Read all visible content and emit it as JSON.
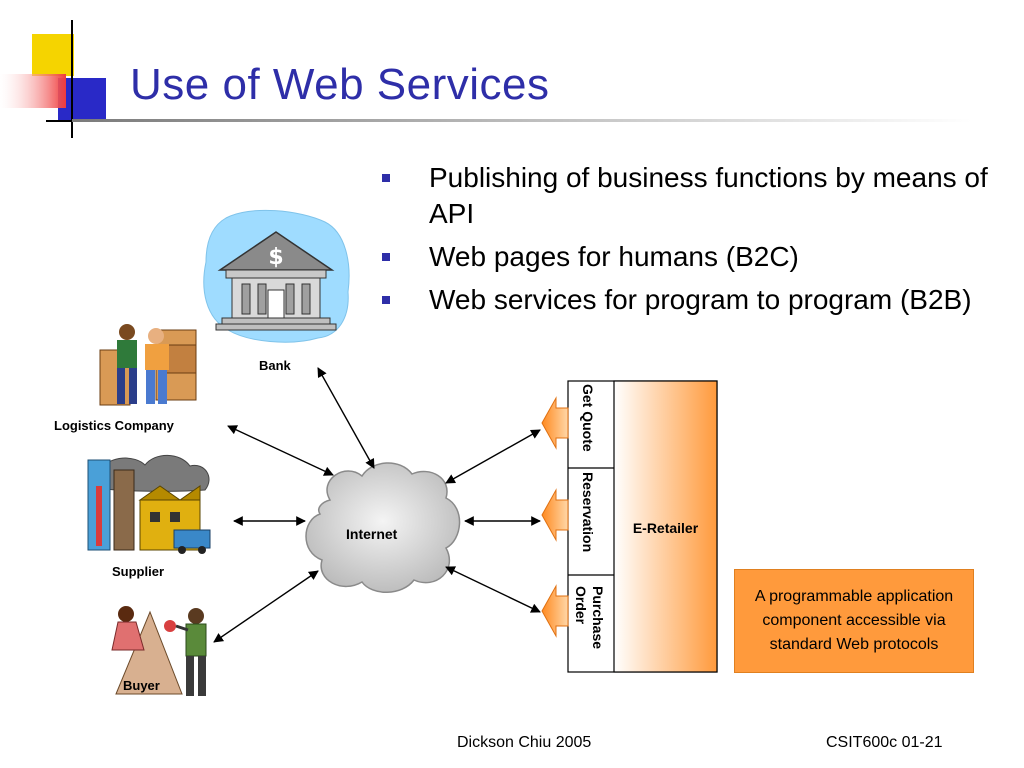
{
  "slide": {
    "title": "Use of Web Services",
    "bullets": [
      "Publishing of business functions by means of API",
      "Web pages for humans (B2C)",
      "Web services for program to program (B2B)"
    ],
    "footer": {
      "author": "Dickson Chiu 2005",
      "course": "CSIT600c 01-21"
    }
  },
  "diagram": {
    "nodes": {
      "bank": "Bank",
      "logistics": "Logistics Company",
      "supplier": "Supplier",
      "buyer": "Buyer",
      "internet": "Internet",
      "e_retailer": "E-Retailer"
    },
    "services": [
      "Get Quote",
      "Reservation",
      "Purchase Order"
    ],
    "callout": "A programmable application component accessible via standard Web protocols"
  },
  "colors": {
    "title": "#2e2ea8",
    "bullet": "#2e2ea8",
    "accent_orange": "#ff9a3c",
    "logo_yellow": "#f5d400",
    "logo_red": "#ef3b3b",
    "logo_blue": "#2929c7"
  },
  "icons": [
    "bank-icon",
    "workers-icon",
    "factory-icon",
    "shopper-icon",
    "cloud-icon",
    "service-arrow-icon"
  ]
}
